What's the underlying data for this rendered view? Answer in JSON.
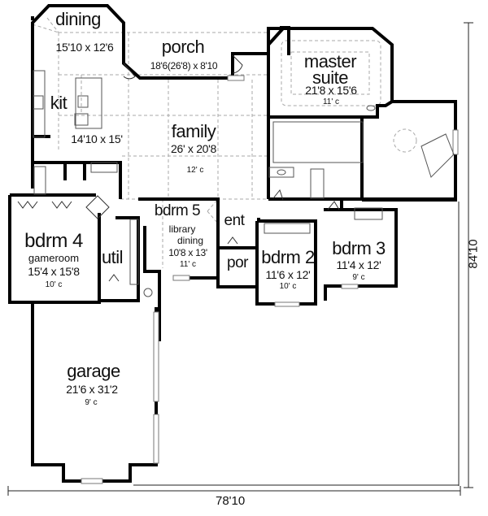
{
  "plan": {
    "overall_width": "78'10",
    "overall_depth": "84'10",
    "rooms": {
      "dining": {
        "name": "dining",
        "dims": "15'10 x 12'6"
      },
      "porch": {
        "name": "porch",
        "dims": "18'6(26'8) x 8'10"
      },
      "master": {
        "name_line1": "master",
        "name_line2": "suite",
        "dims": "21'8 x 15'6",
        "ceiling": "11' c"
      },
      "kitchen": {
        "name": "kit",
        "dims": "14'10 x 15'"
      },
      "family": {
        "name": "family",
        "dims": "26' x 20'8",
        "ceiling": "12' c"
      },
      "bdrm5": {
        "name": "bdrm 5",
        "sub1": "library",
        "sub2": "dining",
        "dims": "10'8 x 13'",
        "ceiling": "11' c"
      },
      "entry": {
        "name": "ent"
      },
      "front_porch": {
        "name": "por"
      },
      "bdrm4": {
        "name": "bdrm 4",
        "sub": "gameroom",
        "dims": "15'4 x 15'8",
        "ceiling": "10' c"
      },
      "utility": {
        "name": "util"
      },
      "bdrm2": {
        "name": "bdrm 2",
        "dims": "11'6 x 12'",
        "ceiling": "10' c"
      },
      "bdrm3": {
        "name": "bdrm 3",
        "dims": "11'4 x 12'",
        "ceiling": "9' c"
      },
      "garage": {
        "name": "garage",
        "dims": "21'6 x 31'2",
        "ceiling": "9' c"
      }
    },
    "colors": {
      "wall": "#000000",
      "dashed": "#9a9a9a",
      "fixture": "#555555",
      "background": "#ffffff"
    }
  }
}
